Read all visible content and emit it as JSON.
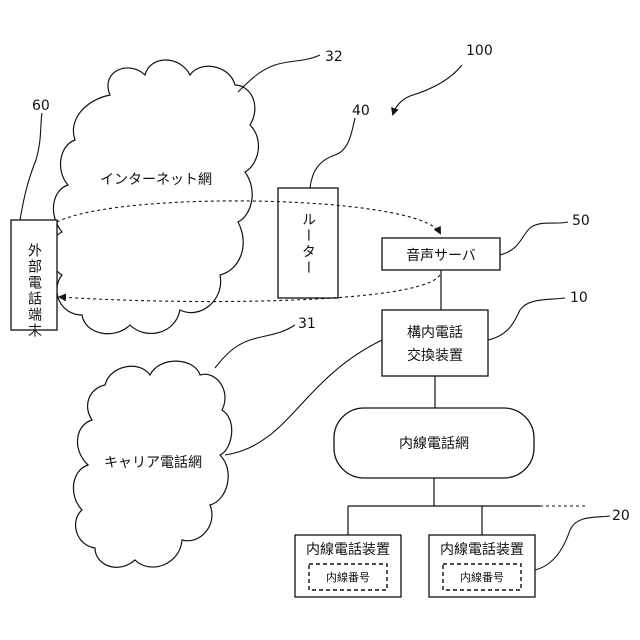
{
  "diagram": {
    "internet_label": "インターネット網",
    "carrier_label": "キャリア電話網",
    "external_terminal_label": "外部電話端末",
    "router_label": "ルーター",
    "voice_server_label": "音声サーバ",
    "pbx_label_line1": "構内電話",
    "pbx_label_line2": "交換装置",
    "extension_network_label": "内線電話網",
    "extension_device_label": "内線電話装置",
    "extension_number_label": "内線番号"
  },
  "refs": {
    "system": "100",
    "internet": "32",
    "router": "40",
    "external_terminal": "60",
    "voice_server": "50",
    "pbx": "10",
    "carrier": "31",
    "extension_device": "20"
  }
}
